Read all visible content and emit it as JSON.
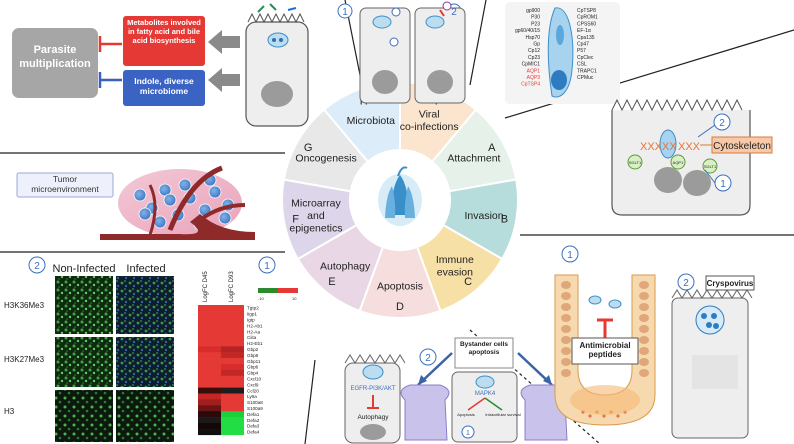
{
  "wheel": {
    "segments": [
      {
        "letter": "A",
        "label": "Attachment",
        "color": "#e6f1e9"
      },
      {
        "letter": "B",
        "label": "Invasion",
        "color": "#b7dcdc"
      },
      {
        "letter": "C",
        "label": "Immune evasion",
        "color": "#f6e0a6"
      },
      {
        "letter": "D",
        "label": "Apoptosis",
        "color": "#f6dede"
      },
      {
        "letter": "E",
        "label": "Autophagy",
        "color": "#ead7e6"
      },
      {
        "letter": "F",
        "label": "Microarray and epigenetics",
        "color": "#ddd6ea"
      },
      {
        "letter": "G",
        "label": "Oncogenesis",
        "color": "#e8e8e8"
      },
      {
        "letter": "H",
        "label": "Microbiota",
        "color": "#dcecf8"
      },
      {
        "letter": "I",
        "label": "Viral co-infections",
        "color": "#fbe5cf"
      }
    ]
  },
  "microbiota": {
    "outcome": "Parasite multiplication",
    "metabolites": "Metabolites involved in fatty acid and bile acid biosynthesis",
    "indole": "Indole, diverse microbiome"
  },
  "viral": {
    "marker1": "1",
    "marker2": "2"
  },
  "attachment": {
    "proteins_black": [
      "gp900",
      "P30",
      "P23",
      "gp60/40/15",
      "Hsp70",
      "Gp",
      "Cp12",
      "Cp23",
      "CpMIC1",
      "CpTSP8",
      "CpROM1",
      "CPSS60",
      "EF-1α",
      "Cpa135",
      "Cp47",
      "P57",
      "CpClec",
      "CSL",
      "TRAPC1",
      "CPMuc"
    ],
    "proteins_red": [
      "AQP1",
      "AQP3",
      "CpTSP4"
    ]
  },
  "invasion": {
    "label": "Cytoskeleton",
    "marker1": "1",
    "marker2": "2",
    "junction_a": "SGLT1",
    "junction_b": "AQP1"
  },
  "oncogenesis": {
    "label": "Tumor microenvironment"
  },
  "epigenetics": {
    "marker": "2",
    "col_noninfected": "Non-Infected",
    "col_infected": "Infected",
    "rows": [
      "H3K36Me3",
      "H3K27Me3",
      "H3"
    ]
  },
  "heatmap": {
    "marker": "1",
    "columns": [
      "LogFC D45",
      "LogFC D93"
    ],
    "scale_min": "-10",
    "scale_max": "10",
    "genes": [
      "Tgtp2",
      "Iigp1",
      "Igtp",
      "H2-Ab1",
      "H2-Aa",
      "Ciita",
      "H2-Eb1",
      "Gbp2",
      "Gbp8",
      "Gbp11",
      "Gbp6",
      "Gbp4",
      "Cxcl10",
      "Cxcl9",
      "Ccl20",
      "Ly6a",
      "S100a8",
      "S100a9",
      "Defa1",
      "Defa2",
      "Defa3",
      "Defa4"
    ]
  },
  "autophagy": {
    "pathway": "EGFR-PI3K/AKT",
    "label": "Autophagy"
  },
  "apoptosis": {
    "title": "Bystander cells apoptosis",
    "marker": "2",
    "pathway": "MAPK4",
    "left": "Apoptosis",
    "right": "Intracellular survival",
    "inner_marker": "1"
  },
  "immune": {
    "marker1": "1",
    "marker2": "2",
    "peptides": "Antimicrobial peptides",
    "virus": "Cryspovirus"
  }
}
